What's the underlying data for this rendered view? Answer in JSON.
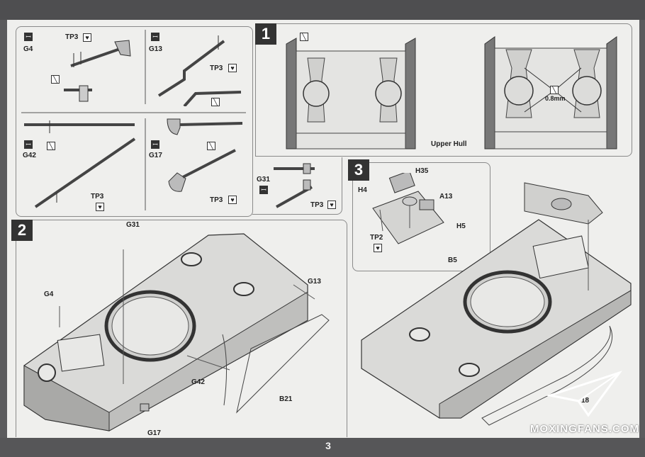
{
  "page_number": "3",
  "watermark": "MOXINGFANS.COM",
  "icons": {
    "glue": "glue-icon",
    "tweezers": "tweezers-icon",
    "heart_glue": "heart-glue-icon"
  },
  "accessories": {
    "g4": {
      "part": "G4",
      "tp": "TP3"
    },
    "g13": {
      "part": "G13",
      "tp": "TP3"
    },
    "g42": {
      "part": "G42",
      "tp": "TP3"
    },
    "g17": {
      "part": "G17",
      "tp": "TP3"
    },
    "g31": {
      "part": "G31",
      "tp": "TP3"
    }
  },
  "step1": {
    "number": "1",
    "caption": "Upper Hull",
    "gap": "0.8mm"
  },
  "step2": {
    "number": "2",
    "labels": [
      "G31",
      "G4",
      "G13",
      "G42",
      "B21",
      "G17"
    ]
  },
  "step3": {
    "number": "3",
    "labels": [
      "H4",
      "H35",
      "A13",
      "H5",
      "TP2",
      "B5"
    ],
    "side_label": "18"
  }
}
